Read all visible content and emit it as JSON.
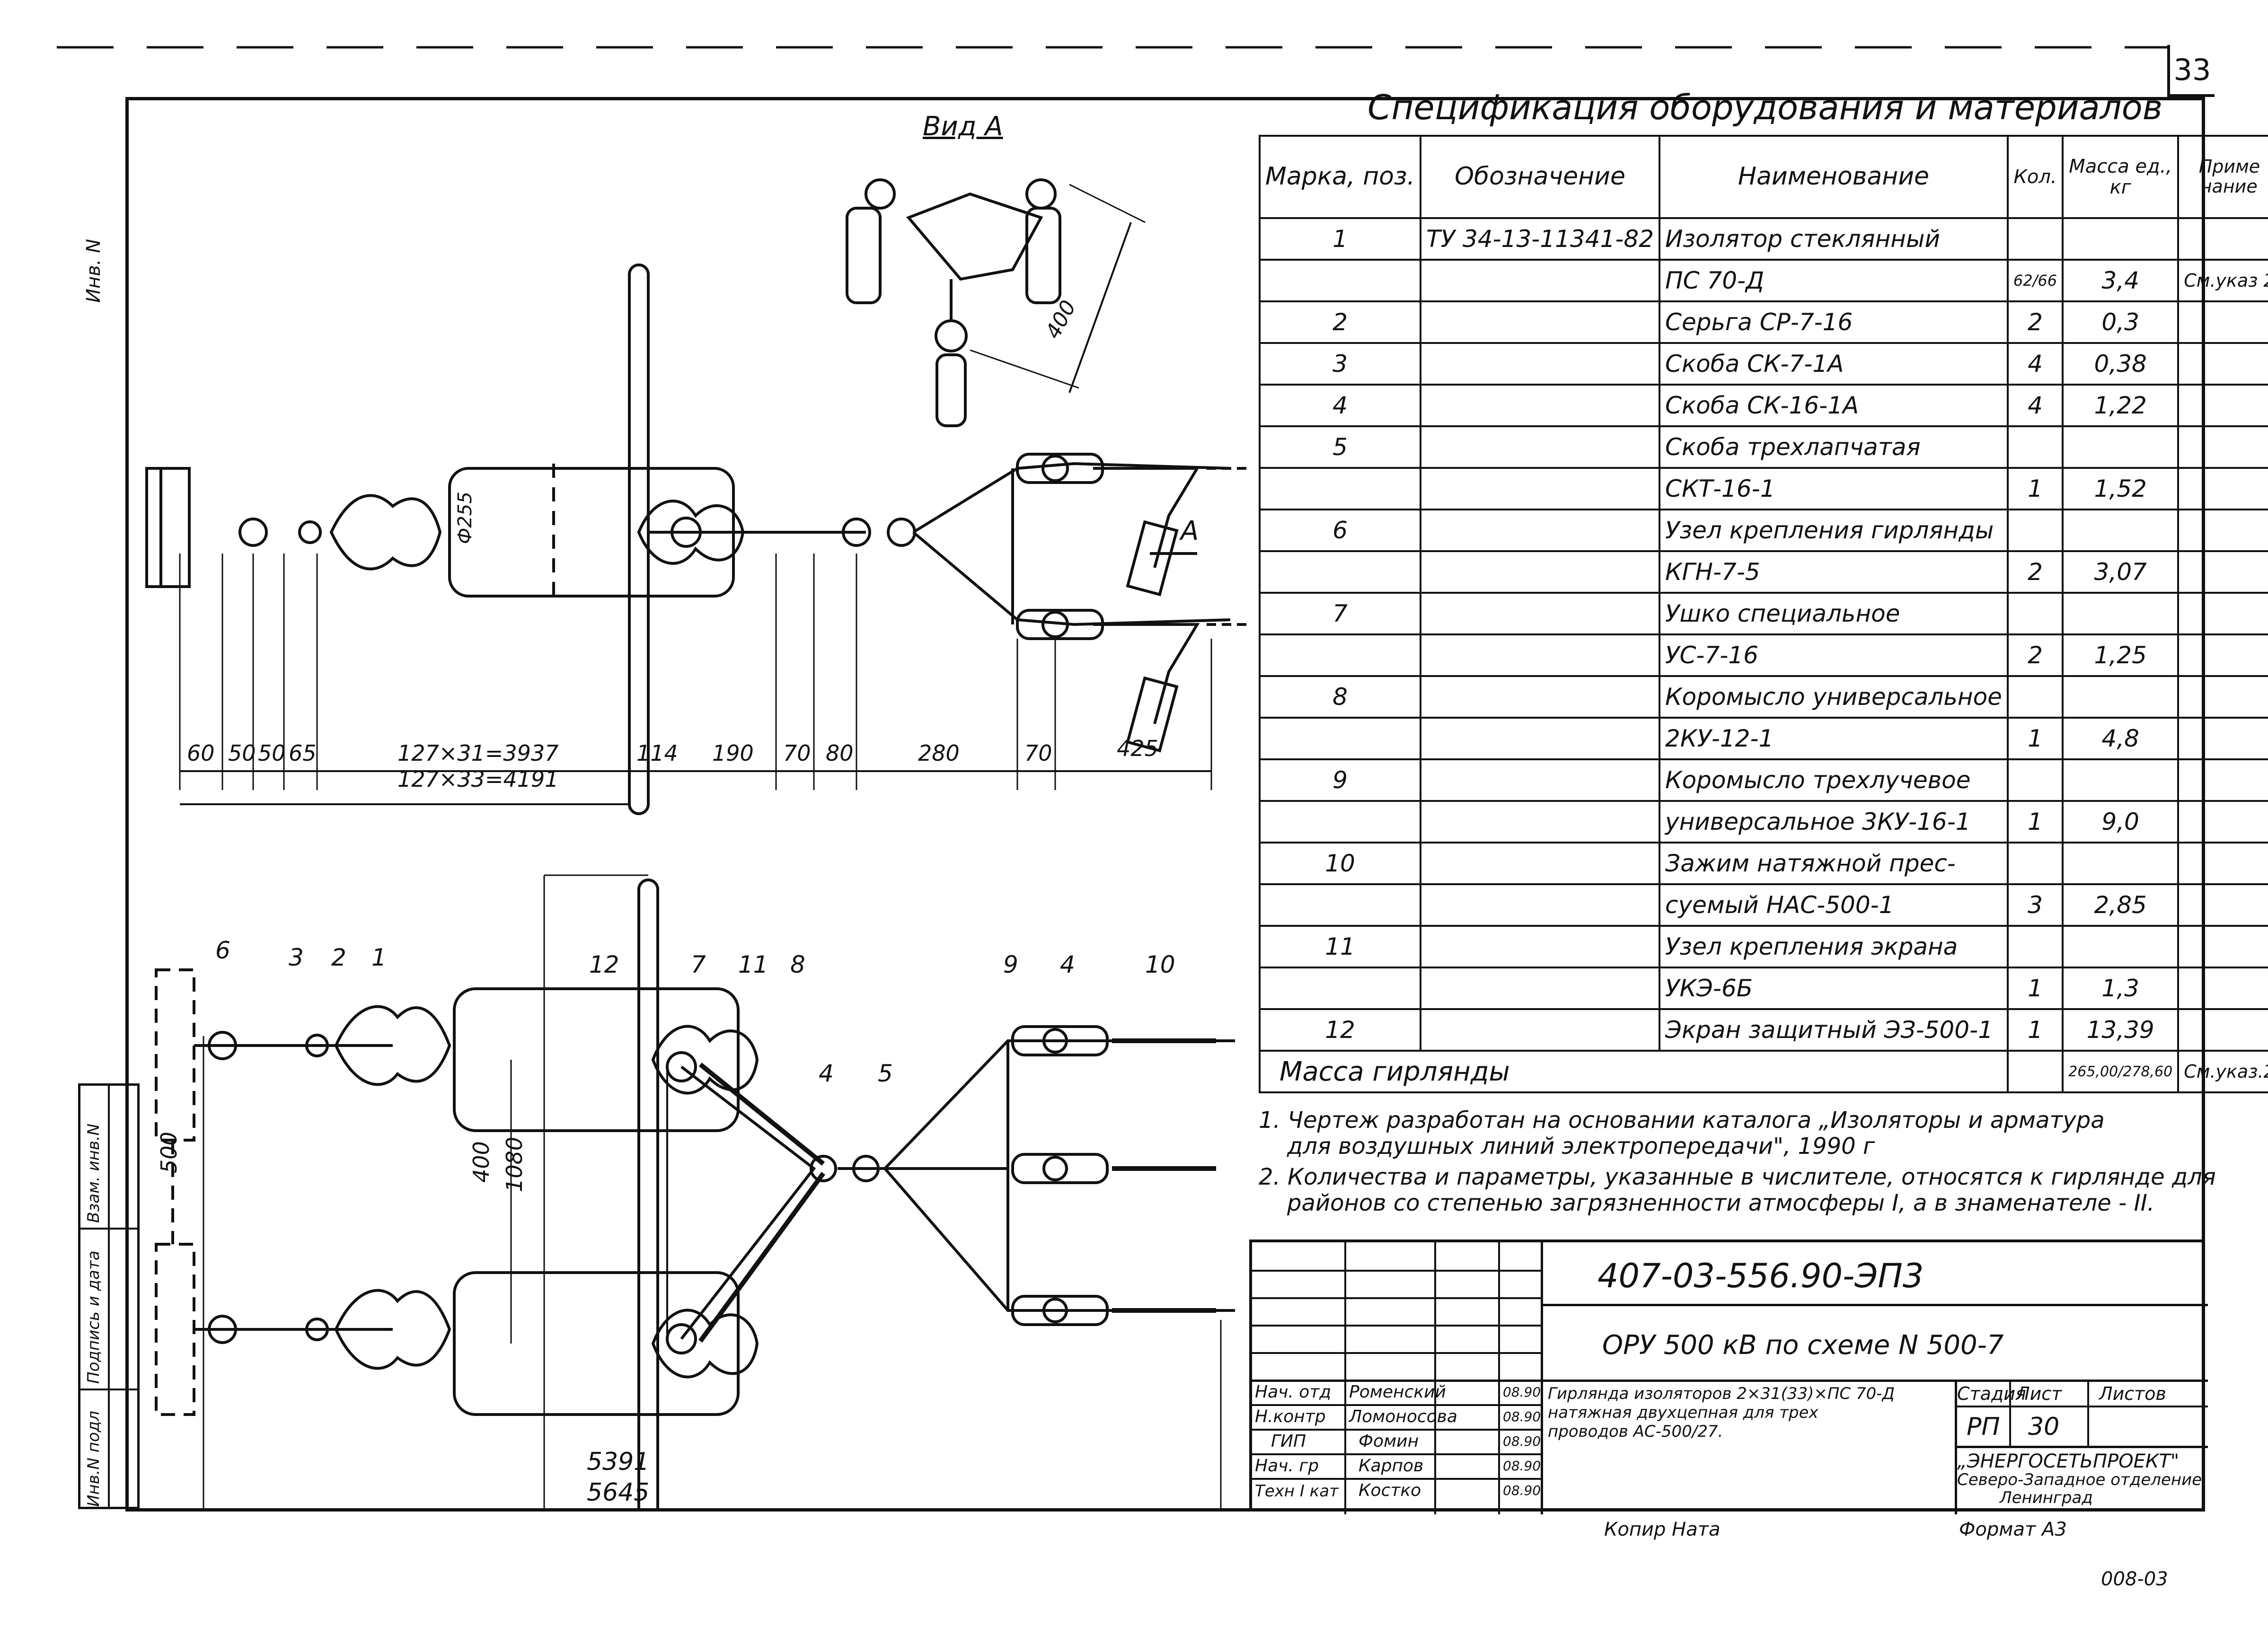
{
  "sheet": {
    "page_number": "33",
    "left_stamp": [
      "Инв.N подл",
      "Подпись и дата",
      "Взам. инв.N"
    ],
    "corner_text": "Инв. N"
  },
  "drawing": {
    "view_label": "Вид А",
    "view_marker": "А",
    "view_dim": "400",
    "diameter_label": "Ф255",
    "top_dims": [
      "60",
      "50",
      "50",
      "65",
      "127×31=3937",
      "127×33=4191",
      "114",
      "190",
      "70",
      "80",
      "280",
      "70",
      "425"
    ],
    "bottom_dims": [
      "500",
      "400",
      "1080",
      "5391",
      "5645"
    ],
    "callouts": [
      "6",
      "3",
      "2",
      "1",
      "12",
      "7",
      "11",
      "8",
      "4",
      "5",
      "9",
      "4",
      "10"
    ]
  },
  "spec": {
    "title": "Спецификация оборудования и материалов",
    "headers": {
      "mark": "Марка, поз.",
      "designation": "Обозначение",
      "name": "Наименование",
      "qty": "Кол.",
      "mass": "Масса ед., кг",
      "note": "Приме чание"
    },
    "rows": [
      {
        "mark": "1",
        "designation": "ТУ 34-13-11341-82",
        "name": "Изолятор стеклянный",
        "qty": "",
        "mass": "",
        "note": ""
      },
      {
        "mark": "",
        "designation": "",
        "name": "ПС 70-Д",
        "qty": "62/66",
        "mass": "3,4",
        "note": "См.указ 2"
      },
      {
        "mark": "2",
        "designation": "",
        "name": "Серьга СР-7-16",
        "qty": "2",
        "mass": "0,3",
        "note": ""
      },
      {
        "mark": "3",
        "designation": "",
        "name": "Скоба СК-7-1А",
        "qty": "4",
        "mass": "0,38",
        "note": ""
      },
      {
        "mark": "4",
        "designation": "",
        "name": "Скоба СК-16-1А",
        "qty": "4",
        "mass": "1,22",
        "note": ""
      },
      {
        "mark": "5",
        "designation": "",
        "name": "Скоба трехлапчатая",
        "qty": "",
        "mass": "",
        "note": ""
      },
      {
        "mark": "",
        "designation": "",
        "name": "СКТ-16-1",
        "qty": "1",
        "mass": "1,52",
        "note": ""
      },
      {
        "mark": "6",
        "designation": "",
        "name": "Узел крепления гирлянды",
        "qty": "",
        "mass": "",
        "note": ""
      },
      {
        "mark": "",
        "designation": "",
        "name": "КГН-7-5",
        "qty": "2",
        "mass": "3,07",
        "note": ""
      },
      {
        "mark": "7",
        "designation": "",
        "name": "Ушко специальное",
        "qty": "",
        "mass": "",
        "note": ""
      },
      {
        "mark": "",
        "designation": "",
        "name": "УС-7-16",
        "qty": "2",
        "mass": "1,25",
        "note": ""
      },
      {
        "mark": "8",
        "designation": "",
        "name": "Коромысло универсальное",
        "qty": "",
        "mass": "",
        "note": ""
      },
      {
        "mark": "",
        "designation": "",
        "name": "2КУ-12-1",
        "qty": "1",
        "mass": "4,8",
        "note": ""
      },
      {
        "mark": "9",
        "designation": "",
        "name": "Коромысло трехлучевое",
        "qty": "",
        "mass": "",
        "note": ""
      },
      {
        "mark": "",
        "designation": "",
        "name": "универсальное 3КУ-16-1",
        "qty": "1",
        "mass": "9,0",
        "note": ""
      },
      {
        "mark": "10",
        "designation": "",
        "name": "Зажим натяжной прес-",
        "qty": "",
        "mass": "",
        "note": ""
      },
      {
        "mark": "",
        "designation": "",
        "name": "суемый НАС-500-1",
        "qty": "3",
        "mass": "2,85",
        "note": ""
      },
      {
        "mark": "11",
        "designation": "",
        "name": "Узел крепления экрана",
        "qty": "",
        "mass": "",
        "note": ""
      },
      {
        "mark": "",
        "designation": "",
        "name": "УКЭ-6Б",
        "qty": "1",
        "mass": "1,3",
        "note": ""
      },
      {
        "mark": "12",
        "designation": "",
        "name": "Экран защитный ЭЗ-500-1",
        "qty": "1",
        "mass": "13,39",
        "note": ""
      }
    ],
    "total": {
      "label": "Масса гирлянды",
      "mass": "265,00/278,60",
      "note": "См.указ.2"
    }
  },
  "notes": [
    "1. Чертеж разработан на основании каталога „Изоляторы и арматура",
    "для воздушных линий электропередачи\", 1990 г",
    "2. Количества и параметры, указанные в числителе, относятся к гирлянде для",
    "районов со степенью загрязненности атмосферы I, а в знаменателе - II."
  ],
  "title_block": {
    "code": "407-03-556.90-ЭП3",
    "project": "ОРУ 500 кВ по схеме N 500-7",
    "description": [
      "Гирлянда изоляторов 2×31(33)×ПС 70-Д",
      "натяжная двухцепная для трех",
      "проводов АС-500/27."
    ],
    "stage_label": "Стадия",
    "sheet_label": "Лист",
    "sheets_label": "Листов",
    "stage": "РП",
    "sheet": "30",
    "org": [
      "„ЭНЕРГОСЕТЬПРОЕКТ\"",
      "Северо-Западное отделение",
      "Ленинград"
    ],
    "format": "Формат А3",
    "copy": "Копир Ната",
    "signers": [
      {
        "role": "Нач. отд",
        "name": "Роменский",
        "date": "08.90"
      },
      {
        "role": "Н.контр",
        "name": "Ломоносова",
        "date": "08.90"
      },
      {
        "role": "ГИП",
        "name": "Фомин",
        "date": "08.90"
      },
      {
        "role": "Нач. гр",
        "name": "Карпов",
        "date": "08.90"
      },
      {
        "role": "Техн I кат",
        "name": "Костко",
        "date": "08.90"
      }
    ],
    "footer_mark": "008-03"
  }
}
